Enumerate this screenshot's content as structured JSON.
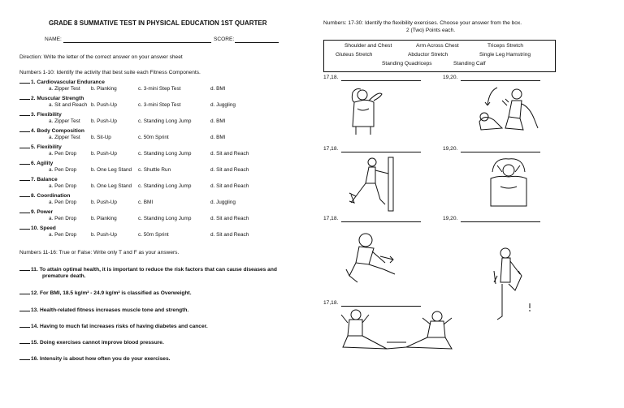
{
  "header": {
    "title": "GRADE 8 SUMMATIVE TEST IN PHYSICAL EDUCATION 1ST QUARTER",
    "name_label": "NAME:",
    "score_label": "SCORE:",
    "direction": "Direction: Write the letter of the correct answer on your answer sheet"
  },
  "part1": {
    "instruction": "Numbers 1-10: Identify the activity that best suite each Fitness Components.",
    "items": [
      {
        "q": "1. Cardiovascular Endurance",
        "a": "a. Zipper Test",
        "b": "b. Planking",
        "c": "c. 3-mini Step Test",
        "d": "d. BMI"
      },
      {
        "q": "2. Muscular Strength",
        "a": "a. Sit and Reach",
        "b": "b. Push-Up",
        "c": "c. 3-mini Step Test",
        "d": "d. Juggling"
      },
      {
        "q": "3. Flexibility",
        "a": "a. Zipper Test",
        "b": "b. Push-Up",
        "c": "c. Standing Long Jump",
        "d": "d. BMI"
      },
      {
        "q": "4. Body Composition",
        "a": "a. Zipper Test",
        "b": "b. Sit-Up",
        "c": "c. 50m Sprint",
        "d": "d. BMI"
      },
      {
        "q": "5. Flexibility",
        "a": "a. Pen Drop",
        "b": "b. Push-Up",
        "c": "c. Standing Long Jump",
        "d": "d. Sit and Reach"
      },
      {
        "q": "6. Agility",
        "a": "a. Pen Drop",
        "b": "b. One Leg Stand",
        "c": "c. Shuttle Run",
        "d": "d. Sit and Reach"
      },
      {
        "q": "7. Balance",
        "a": "a. Pen Drop",
        "b": "b. One Leg Stand",
        "c": "c. Standing Long Jump",
        "d": "d. Sit and Reach"
      },
      {
        "q": "8. Coordination",
        "a": "a. Pen Drop",
        "b": "b. Push-Up",
        "c": "c. BMI",
        "d": "d. Juggling"
      },
      {
        "q": "9. Power",
        "a": "a. Pen Drop",
        "b": "b. Planking",
        "c": "c. Standing Long Jump",
        "d": "d. Sit and Reach"
      },
      {
        "q": "10. Speed",
        "a": "a. Pen Drop",
        "b": "b. Push-Up",
        "c": "c. 50m Sprint",
        "d": "d. Sit and Reach"
      }
    ]
  },
  "part2": {
    "instruction": "Numbers 11-16: True or False: Write only T and F as your answers.",
    "items": [
      {
        "line1": "11. To attain optimal health, it is important to reduce the risk factors that can cause diseases and",
        "line2": "premature death."
      },
      {
        "line1": "12. For BMI, 18.5 kg/m² - 24.9 kg/m² is classified as Overweight.",
        "line2": ""
      },
      {
        "line1": "13. Health-related fitness increases muscle tone and strength.",
        "line2": ""
      },
      {
        "line1": "14. Having to much fat increases risks of having diabetes and cancer.",
        "line2": ""
      },
      {
        "line1": "15. Doing exercises cannot improve blood pressure.",
        "line2": ""
      },
      {
        "line1": "16. Intensity is about how often you do your exercises.",
        "line2": ""
      }
    ]
  },
  "part3": {
    "instruction_line1": "Numbers: 17-30: Identify the flexibility exercises. Choose your answer from the box.",
    "instruction_line2": "2 (Two) Points each.",
    "choices_row1": [
      "Shoulder and Chest",
      "Arm Across Chest",
      "Triceps Stretch"
    ],
    "choices_row2": [
      "Gluteus Stretch",
      "Abductor Stretch",
      "Single Leg Hamstring"
    ],
    "choices_row3": [
      "Standing Quadriceps",
      "Standing Calf"
    ],
    "labels": {
      "left": "17,18.",
      "right": "19,20."
    }
  }
}
